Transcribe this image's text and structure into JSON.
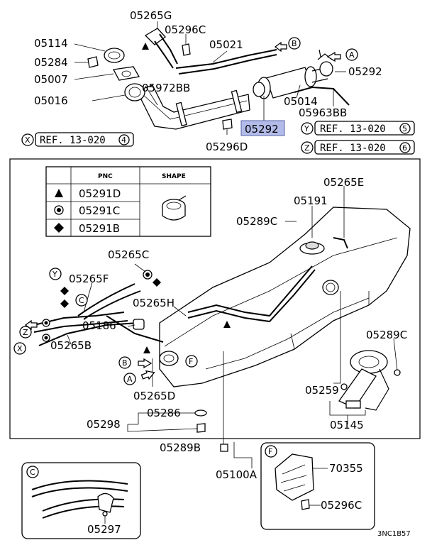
{
  "upper": {
    "part_05265G": "05265G",
    "part_05296C_top": "05296C",
    "part_05021": "05021",
    "part_05114": "05114",
    "part_05284": "05284",
    "part_05007": "05007",
    "part_05972BB": "05972BB",
    "part_05016": "05016",
    "part_05292_right": "05292",
    "part_05014": "05014",
    "part_05963BB": "05963BB",
    "part_05292_highlight": "05292",
    "part_05296D": "05296D",
    "highlight_color": "#b3bbe9"
  },
  "refs": [
    {
      "circle": "X",
      "text": "REF. 13-020",
      "num": "4"
    },
    {
      "circle": "Y",
      "text": "REF. 13-020",
      "num": "5"
    },
    {
      "circle": "Z",
      "text": "REF. 13-020",
      "num": "6"
    }
  ],
  "callouts": {
    "A": "A",
    "B": "B",
    "C": "C",
    "F": "F",
    "X": "X",
    "Y": "Y",
    "Z": "Z"
  },
  "pnc_table": {
    "header_pnc": "PNC",
    "header_shape": "SHAPE",
    "rows": [
      {
        "symbol": "triangle-icon",
        "pnc": "05291D"
      },
      {
        "symbol": "double-circle-icon",
        "pnc": "05291C"
      },
      {
        "symbol": "diamond-icon",
        "pnc": "05291B"
      }
    ]
  },
  "main": {
    "part_05265E": "05265E",
    "part_05191": "05191",
    "part_05289C_top": "05289C",
    "part_05265C": "05265C",
    "part_05265F": "05265F",
    "part_05265H": "05265H",
    "part_05186": "05186",
    "part_05265B": "05265B",
    "part_05265D": "05265D",
    "part_05289C_right": "05289C",
    "part_05259": "05259",
    "part_05145": "05145",
    "part_05298": "05298",
    "part_05286": "05286",
    "part_05289B": "05289B",
    "part_05100A": "05100A"
  },
  "detail_c": {
    "label": "C",
    "part_05297": "05297"
  },
  "detail_f": {
    "label": "F",
    "part_70355": "70355",
    "part_05296C": "05296C"
  },
  "diagram_code": "3NC1B57"
}
